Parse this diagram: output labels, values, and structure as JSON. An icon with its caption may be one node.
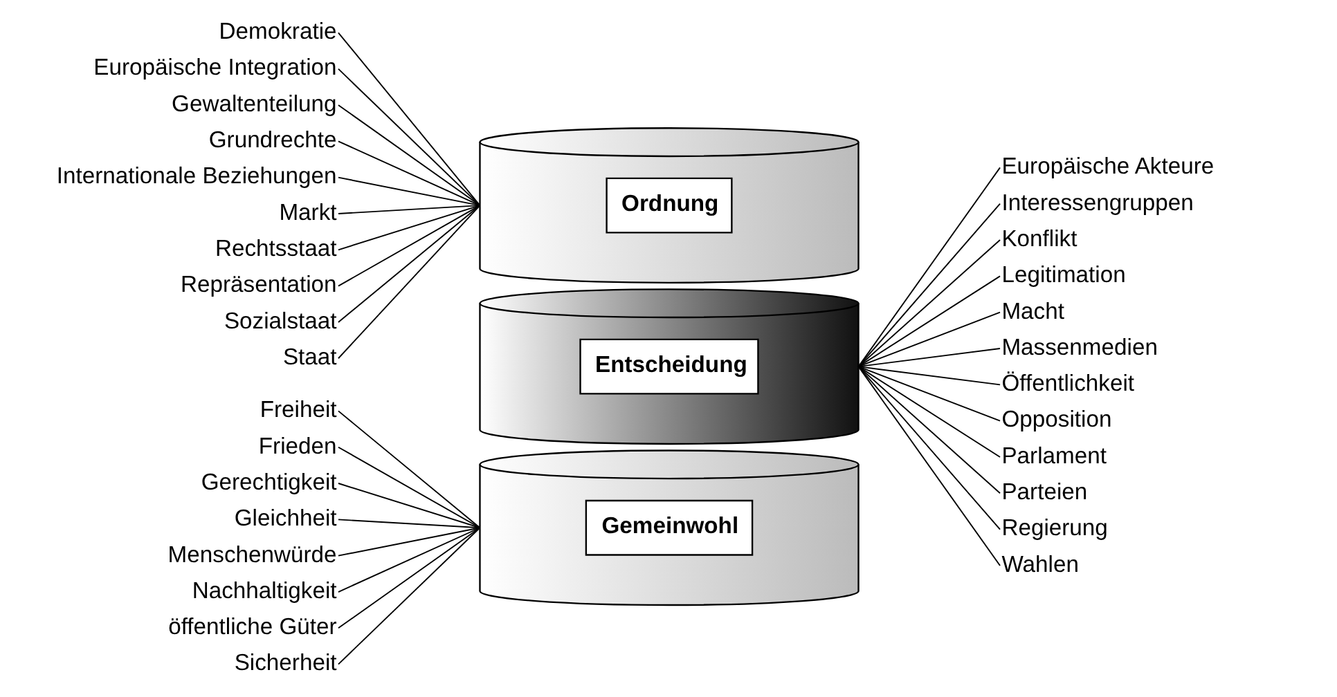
{
  "diagram": {
    "nodes": [
      {
        "text": [
          "Ordnung"
        ]
      },
      {
        "text": [
          "Entscheidung"
        ]
      },
      {
        "text": [
          "Gemeinwohl"
        ]
      },
      {
        "text": [
          "Demokratie"
        ]
      },
      {
        "text": [
          "Europäische Integration"
        ]
      },
      {
        "text": [
          "Gewaltenteilung"
        ]
      },
      {
        "text": [
          "Grundrechte"
        ]
      },
      {
        "text": [
          "Internationale Beziehungen"
        ]
      },
      {
        "text": [
          "Markt"
        ]
      },
      {
        "text": [
          "Rechtsstaat"
        ]
      },
      {
        "text": [
          "Repräsentation"
        ]
      },
      {
        "text": [
          "Sozialstaat"
        ]
      },
      {
        "text": [
          "Staat"
        ]
      },
      {
        "text": [
          "Europäische Akteure"
        ]
      },
      {
        "text": [
          "Interessengruppen"
        ]
      },
      {
        "text": [
          "Konflikt"
        ]
      },
      {
        "text": [
          "Legitimation"
        ]
      },
      {
        "text": [
          "Macht"
        ]
      },
      {
        "text": [
          "Massenmedien"
        ]
      },
      {
        "text": [
          "Öffentlichkeit"
        ]
      },
      {
        "text": [
          "Opposition"
        ]
      },
      {
        "text": [
          "Parlament"
        ]
      },
      {
        "text": [
          "Parteien"
        ]
      },
      {
        "text": [
          "Regierung"
        ]
      },
      {
        "text": [
          "Wahlen"
        ]
      },
      {
        "text": [
          "Freiheit"
        ]
      },
      {
        "text": [
          "Frieden"
        ]
      },
      {
        "text": [
          "Gerechtigkeit"
        ]
      },
      {
        "text": [
          "Gleichheit"
        ]
      },
      {
        "text": [
          "Menschenwürde"
        ]
      },
      {
        "text": [
          "Nachhaltigkeit"
        ]
      },
      {
        "text": [
          "öffentliche Güter"
        ]
      },
      {
        "text": [
          "Sicherheit"
        ]
      }
    ],
    "edges": [
      {
        "from": 3,
        "to": 0,
        "arrow": "none"
      },
      {
        "from": 4,
        "to": 0,
        "arrow": "none"
      },
      {
        "from": 5,
        "to": 0,
        "arrow": "none"
      },
      {
        "from": 6,
        "to": 0,
        "arrow": "none"
      },
      {
        "from": 7,
        "to": 0,
        "arrow": "none"
      },
      {
        "from": 8,
        "to": 0,
        "arrow": "none"
      },
      {
        "from": 9,
        "to": 0,
        "arrow": "none"
      },
      {
        "from": 10,
        "to": 0,
        "arrow": "none"
      },
      {
        "from": 11,
        "to": 0,
        "arrow": "none"
      },
      {
        "from": 12,
        "to": 0,
        "arrow": "none"
      },
      {
        "from": 1,
        "to": 13,
        "arrow": "none"
      },
      {
        "from": 1,
        "to": 14,
        "arrow": "none"
      },
      {
        "from": 1,
        "to": 15,
        "arrow": "none"
      },
      {
        "from": 1,
        "to": 16,
        "arrow": "none"
      },
      {
        "from": 1,
        "to": 17,
        "arrow": "none"
      },
      {
        "from": 1,
        "to": 18,
        "arrow": "none"
      },
      {
        "from": 1,
        "to": 19,
        "arrow": "none"
      },
      {
        "from": 1,
        "to": 20,
        "arrow": "none"
      },
      {
        "from": 1,
        "to": 21,
        "arrow": "none"
      },
      {
        "from": 1,
        "to": 22,
        "arrow": "none"
      },
      {
        "from": 1,
        "to": 23,
        "arrow": "none"
      },
      {
        "from": 1,
        "to": 24,
        "arrow": "none"
      },
      {
        "from": 25,
        "to": 2,
        "arrow": "none"
      },
      {
        "from": 26,
        "to": 2,
        "arrow": "none"
      },
      {
        "from": 27,
        "to": 2,
        "arrow": "none"
      },
      {
        "from": 28,
        "to": 2,
        "arrow": "none"
      },
      {
        "from": 29,
        "to": 2,
        "arrow": "none"
      },
      {
        "from": 30,
        "to": 2,
        "arrow": "none"
      },
      {
        "from": 31,
        "to": 2,
        "arrow": "none"
      },
      {
        "from": 32,
        "to": 2,
        "arrow": "none"
      }
    ]
  }
}
